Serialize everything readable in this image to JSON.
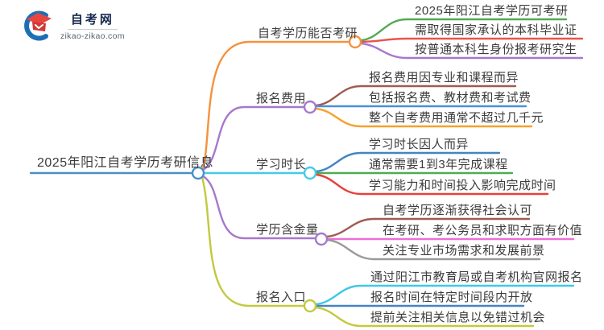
{
  "logo": {
    "site_name": "自考网",
    "site_url": "zikao-zikao.com",
    "icon_blue": "#1d6fb5",
    "icon_red": "#e8453f"
  },
  "mindmap": {
    "root": {
      "label": "2025年阳江自考学历考研信息",
      "color": "#4a8fc7"
    },
    "branches": [
      {
        "label": "自考学历能否考研",
        "color": "#f5923e",
        "children": [
          {
            "text": "2025年阳江自考学历可考研",
            "color": "#55a955"
          },
          {
            "text": "需取得国家承认的本科毕业证",
            "color": "#e8544f"
          },
          {
            "text": "按普通本科生身份报考研究生",
            "color": "#a678cc"
          }
        ]
      },
      {
        "label": "报名费用",
        "color": "#a678cc",
        "children": [
          {
            "text": "报名费用因专业和课程而异",
            "color": "#9e5c50"
          },
          {
            "text": "包括报名费、教材费和考试费",
            "color": "#4a90d9"
          },
          {
            "text": "整个自考费用通常不超过几千元",
            "color": "#f5a12d"
          }
        ]
      },
      {
        "label": "学习时长",
        "color": "#45cbe8",
        "children": [
          {
            "text": "学习时长因人而异",
            "color": "#4484c4"
          },
          {
            "text": "通常需要1到3年完成课程",
            "color": "#4cae4f"
          },
          {
            "text": "学习能力和时间投入影响完成时间",
            "color": "#e8403a"
          }
        ]
      },
      {
        "label": "学历含金量",
        "color": "#a678cc",
        "children": [
          {
            "text": "自考学历逐渐获得社会认可",
            "color": "#9e5c50"
          },
          {
            "text": "在考研、考公务员和求职方面有价值",
            "color": "#ee6fd6"
          },
          {
            "text": "关注专业市场需求和发展前景",
            "color": "#9a9a9a"
          }
        ]
      },
      {
        "label": "报名入口",
        "color": "#c3c93e",
        "children": [
          {
            "text": "通过阳江市教育局或自考机构官网报名",
            "color": "#3fc8e6"
          },
          {
            "text": "报名时间在特定时间段内开放",
            "color": "#4484c4"
          },
          {
            "text": "提前关注相关信息以免错过机会",
            "color": "#c3c93e"
          }
        ]
      }
    ]
  }
}
